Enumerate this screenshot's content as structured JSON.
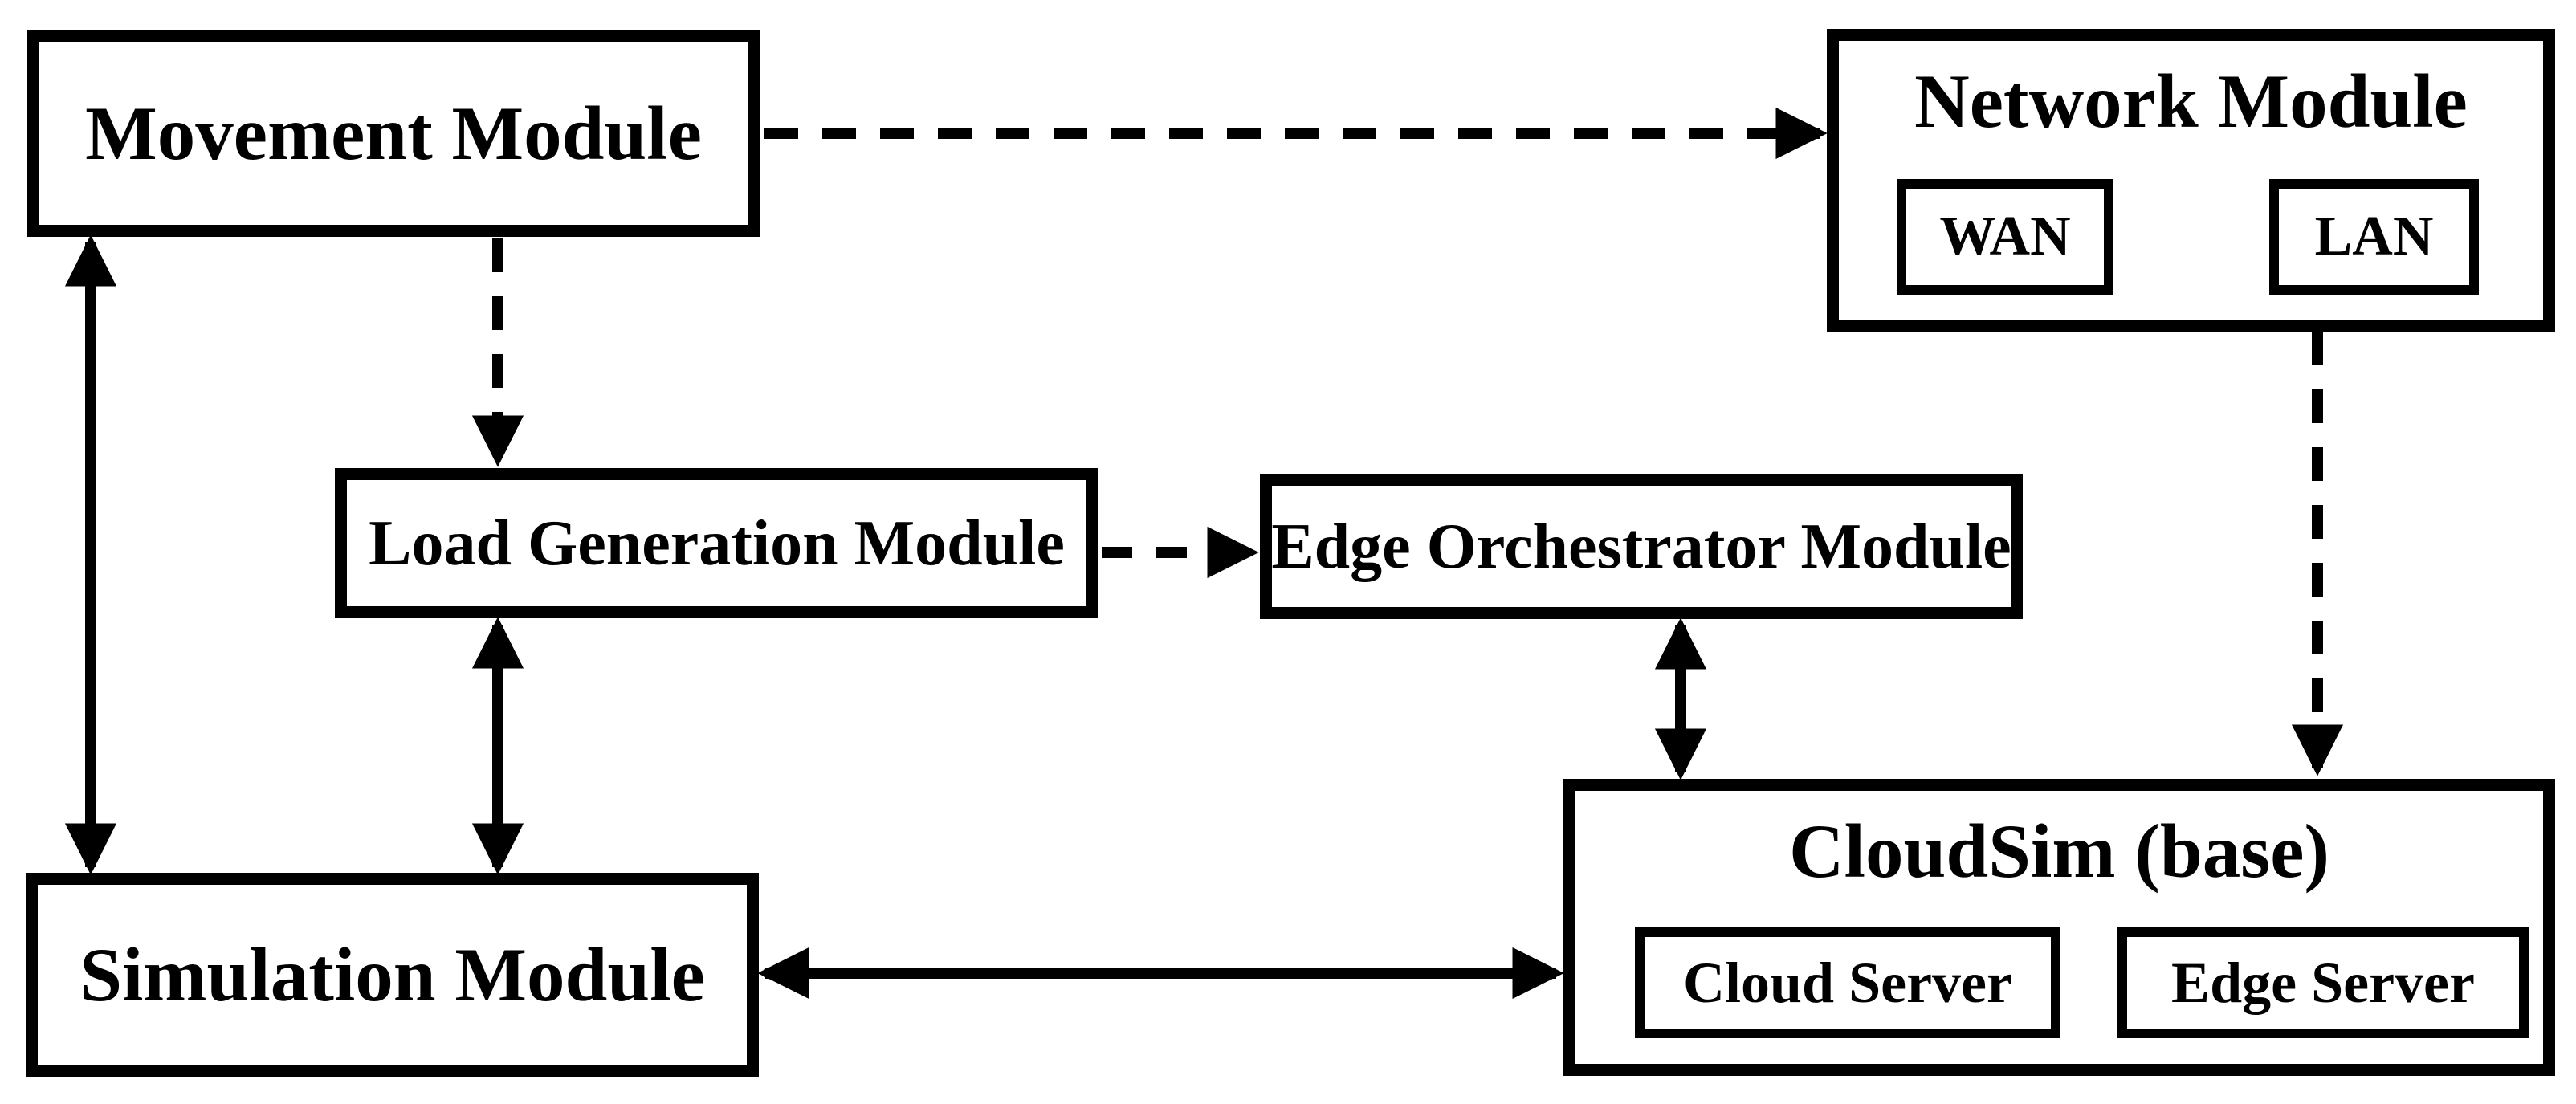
{
  "diagram": {
    "description": "Simulator architecture block diagram",
    "colors": {
      "ink": "#000000",
      "background": "#ffffff",
      "box_fill": "#ffffff"
    },
    "nodes": {
      "movement": {
        "label": "Movement Module"
      },
      "network": {
        "label": "Network Module",
        "children": {
          "wan": "WAN",
          "lan": "LAN"
        }
      },
      "load_generation": {
        "label": "Load Generation Module"
      },
      "edge_orchestrator": {
        "label": "Edge Orchestrator Module"
      },
      "simulation": {
        "label": "Simulation Module"
      },
      "cloudsim": {
        "label": "CloudSim (base)",
        "children": {
          "cloud_server": "Cloud Server",
          "edge_server": "Edge Server"
        }
      }
    },
    "connections": [
      {
        "from": "movement",
        "to": "network",
        "style": "dashed",
        "direction": "one-way"
      },
      {
        "from": "movement",
        "to": "load_generation",
        "style": "dashed",
        "direction": "one-way"
      },
      {
        "from": "movement",
        "to": "simulation",
        "style": "solid",
        "direction": "two-way"
      },
      {
        "from": "load_generation",
        "to": "edge_orchestrator",
        "style": "dashed",
        "direction": "one-way"
      },
      {
        "from": "load_generation",
        "to": "simulation",
        "style": "solid",
        "direction": "two-way"
      },
      {
        "from": "edge_orchestrator",
        "to": "cloudsim",
        "style": "solid",
        "direction": "two-way"
      },
      {
        "from": "lan",
        "to": "cloudsim",
        "style": "dashed",
        "direction": "one-way"
      },
      {
        "from": "simulation",
        "to": "cloudsim",
        "style": "solid",
        "direction": "two-way"
      }
    ]
  }
}
